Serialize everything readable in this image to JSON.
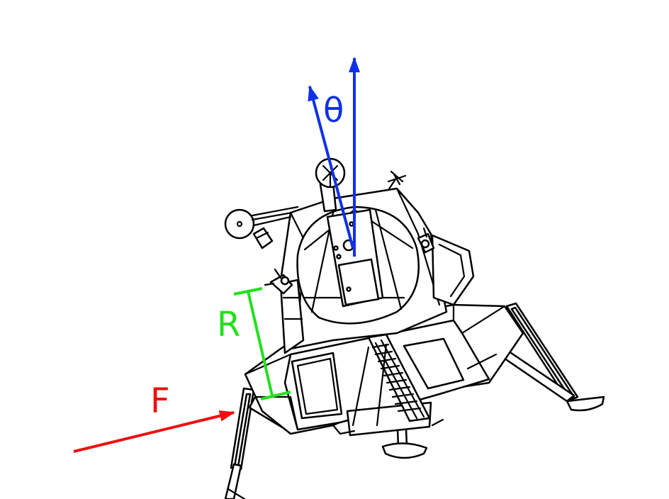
{
  "labels": {
    "theta": "θ",
    "radius": "R",
    "force": "F"
  },
  "colors": {
    "theta": "#1030e8",
    "radius": "#22e01c",
    "force": "#ee1010",
    "outline": "#000000",
    "background": "#ffffff"
  },
  "icons": {
    "spacecraft": "lunar-module-drawing"
  }
}
